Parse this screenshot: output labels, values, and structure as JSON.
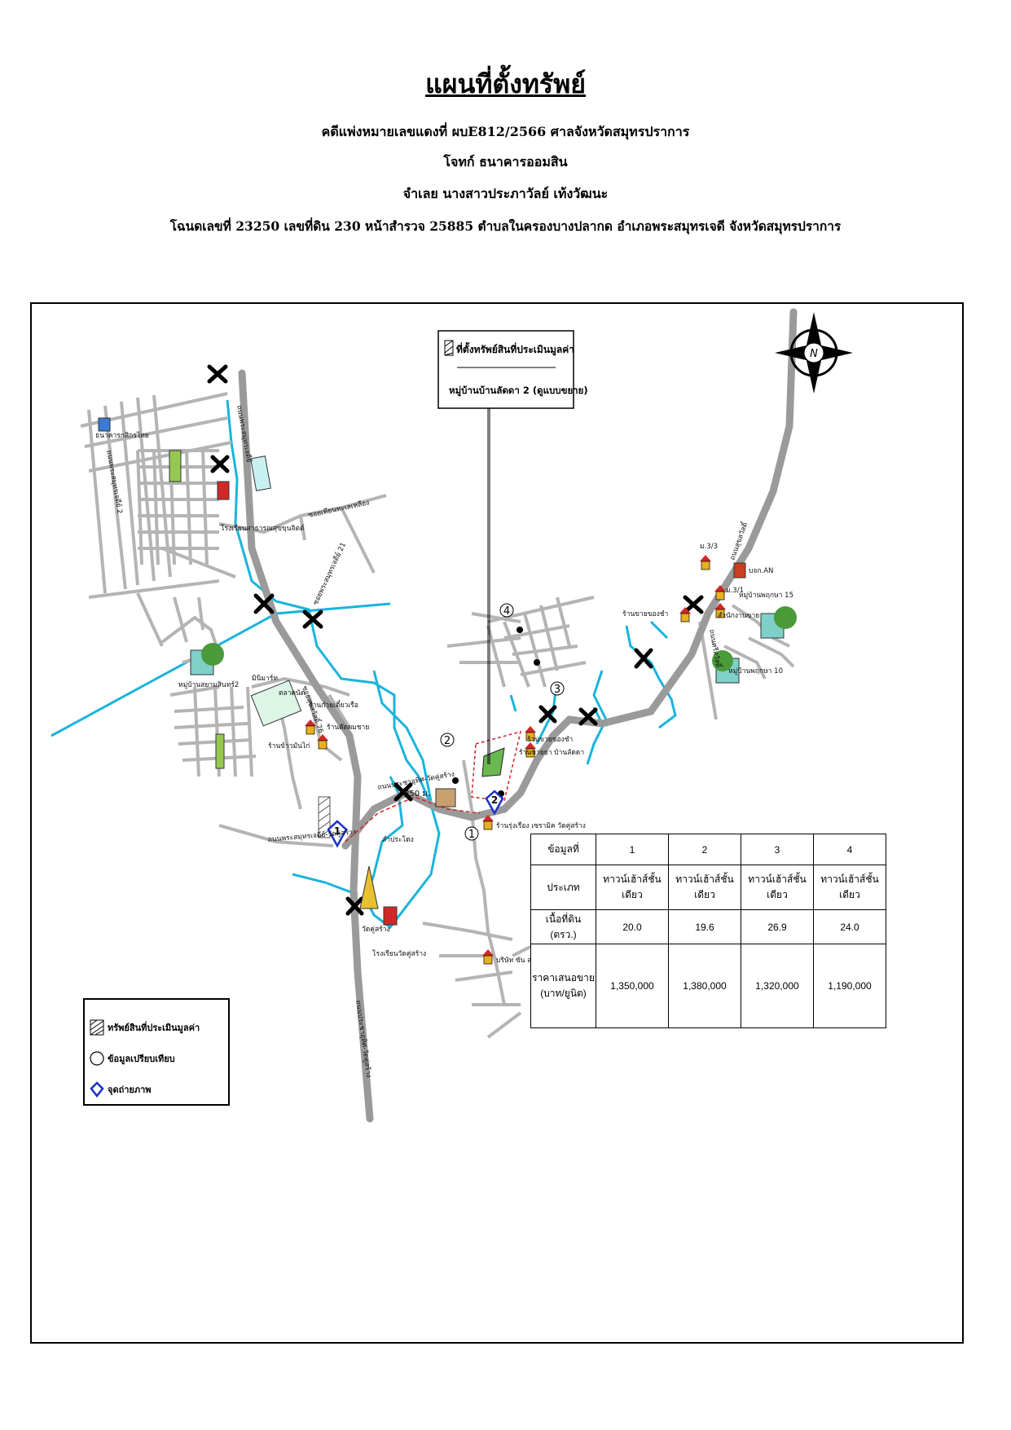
{
  "header": {
    "title": "แผนที่ตั้งทรัพย์",
    "case_line": "คดีแพ่งหมายเลขแดงที่ ผบE812/2566 ศาลจังหวัดสมุทรปราการ",
    "plaintiff_line": "โจทก์  ธนาคารออมสิน",
    "defendant_line": "จำเลย  นางสาวประภาวัลย์ เท้งวัฒนะ",
    "deed_line": "โฉนดเลขที่ 23250 เลขที่ดิน 230 หน้าสำรวจ 25885 ตำบลในครองบางปลากด อำเภอพระสมุทรเจดี  จังหวัดสมุทรปราการ"
  },
  "map": {
    "callout_title": "ที่ตั้งทรัพย์สินที่ประเมินมูลค่า",
    "callout_subtitle": "หมู่บ้านบ้านลัดดา 2 (ดูแบบขยาย)",
    "north_label": "N",
    "distance_label": "850 ม.",
    "compare_points": [
      "1",
      "2",
      "3",
      "4"
    ],
    "photo_points": [
      "1",
      "2"
    ],
    "labels": {
      "kasikorn_nearby": "ธนาคารกสิกรไทย",
      "village_left": "หมู่บ้านสยามสินทร์2",
      "temple": "วัดคู่สร้าง",
      "school_temple": "โรงเรียนวัดคู่สร้าง",
      "school_top": "โรงเรียนสาธารณสุขขุนจิตต์",
      "shop_mid1": "ร้านก๋วยเตี๋ยวเรือ",
      "shop_mid2": "ร้านตัดผมชาย",
      "shop_mid3": "ร้านข้าวมันไก่",
      "market": "ตลาดนัด",
      "mini_mart": "มินิมาร์ท",
      "canal": "ลำประโดง",
      "shop_right1": "ร้านขายของชำ",
      "shop_right2": "ร้านขายของชำ",
      "shop_right3": "สำนักงานขาย",
      "village_right1": "หมู่บ้านพฤกษา 15",
      "village_right2": "หมู่บ้านพฤกษา 10",
      "company": "บริษัท ซัน สตาร์ อีเล็คทริค จำกัด",
      "shop_near_2": "ร้านรุ่งเรือง เซรามิค วัดคู่สร้าง",
      "shop_near_4": "ร้านขายยา บ้านลัดดา",
      "mo3_3": "ม.3/3",
      "mo3_1": "ม.3/1",
      "bank_an": "บจก.AN",
      "road_main": "ถนนประชาอุทิศ-วัดคู่สร้าง",
      "road_bottom": "ถนนประชาอุทิศ-วัดคู่สร้าง",
      "road_right": "ถนนสุขสวัสดิ์",
      "soi_top": "ซอยเทียนทะเลเหลือง",
      "road_top": "ถนนพระสมุทรเจดีย์",
      "road_cross": "ซอยพระสมุทรเจดีย์ 21",
      "road_left": "ถนนพระสมุทรเจดีย์ 2",
      "road_diag": "ซอยสุขสวัสดิ์ 76",
      "road_lower_left": "ถนนพระสมุทรเจดีย์-วัดคู่สร้าง",
      "road_right_vertical": "ถนนศรีสวัสดิ์"
    }
  },
  "table": {
    "headers": [
      "ข้อมูลที่",
      "1",
      "2",
      "3",
      "4"
    ],
    "rows": [
      [
        "ประเภท",
        "ทาวน์เฮ้าส์ชั้นเดียว",
        "ทาวน์เฮ้าส์ชั้นเดียว",
        "ทาวน์เฮ้าส์ชั้นเดียว",
        "ทาวน์เฮ้าส์ชั้นเดียว"
      ],
      [
        "เนื้อที่ดิน (ตรว.)",
        "20.0",
        "19.6",
        "26.9",
        "24.0"
      ],
      [
        "ราคาเสนอขาย (บาท/ยูนิต)",
        "1,350,000",
        "1,380,000",
        "1,320,000",
        "1,190,000"
      ]
    ]
  },
  "legend": {
    "items": [
      "ทรัพย์สินที่ประเมินมูลค่า",
      "ข้อมูลเปรียบเทียบ",
      "จุดถ่ายภาพ"
    ]
  },
  "colors": {
    "road": "#9a9a9a",
    "water": "#19b4dc",
    "park": "#96c850",
    "photo_marker": "#1c30c8",
    "house": "#e8b020",
    "roof": "#d02828",
    "route": "#d02828"
  }
}
